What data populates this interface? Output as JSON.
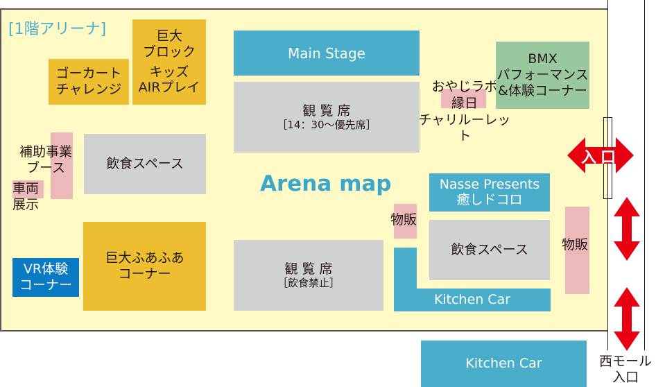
{
  "floor_title": "[1階アリーナ]",
  "map_title": "Arena map",
  "colors": {
    "floor": "#fff9c6",
    "attraction": "#ecbe30",
    "seating": "#d0d1d1",
    "stage": "#4aaecb",
    "sales": "#ecb8b9",
    "bmx": "#9ac89e",
    "vr": "#0a7bc2",
    "entrance": "#e60012",
    "title": "#3aa8cc"
  },
  "areas": {
    "gokart": [
      "ゴーカート",
      "チャレンジ"
    ],
    "block": [
      "巨大",
      "ブロック"
    ],
    "kids_air": [
      "キッズ",
      "AIRプレイ"
    ],
    "subsidy_booth": [
      "補助事業",
      "ブース"
    ],
    "vehicle": [
      "車両",
      "展示"
    ],
    "food_left": "飲食スペース",
    "fuafua": [
      "巨大ふあふあ",
      "コーナー"
    ],
    "vr": [
      "VR体験",
      "コーナー"
    ],
    "main_stage": "Main Stage",
    "seating_top": {
      "title": "観 覧 席",
      "note": "［14：30～優先席］"
    },
    "seating_bottom": {
      "title": "観 覧 席",
      "note": "［飲食禁止］"
    },
    "oyaji": [
      "おやじラボ",
      "縁日",
      "チャリルーレット"
    ],
    "bmx": [
      "BMX",
      "パフォーマンス",
      "&体験コーナー"
    ],
    "nasse": [
      "Nasse Presents",
      "癒しドコロ"
    ],
    "goods_left": "物販",
    "food_right": "飲食スペース",
    "kitchen_car_inner": "Kitchen Car",
    "goods_right": "物販",
    "kitchen_car_outer": "Kitchen Car"
  },
  "entrance": "入口",
  "west_mall": [
    "西モール",
    "入口"
  ]
}
